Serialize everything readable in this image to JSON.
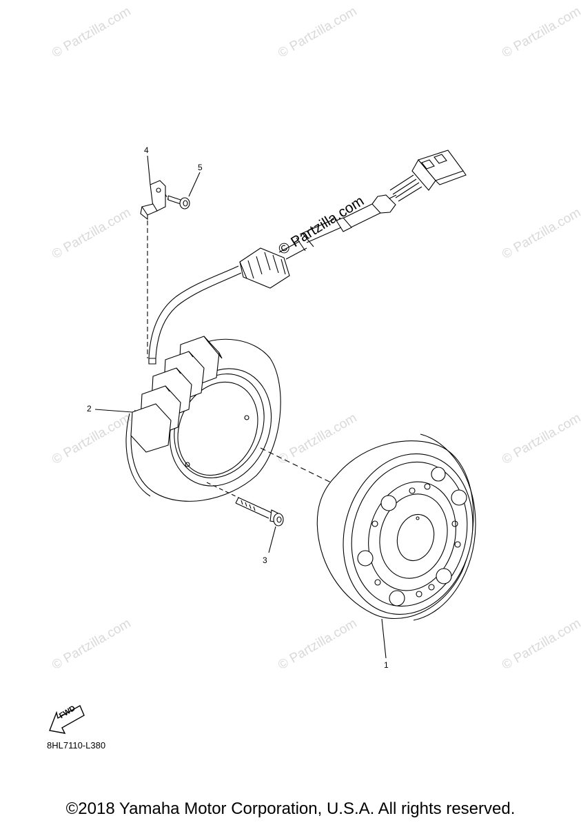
{
  "watermark": "© Partzilla.com",
  "center_watermark": "© Partzilla.com",
  "callouts": {
    "p1": "1",
    "p2": "2",
    "p3": "3",
    "p4": "4",
    "p5": "5"
  },
  "fwd_label": "FWD",
  "diagram_code": "8HL7110-L380",
  "copyright": "©2018 Yamaha Motor Corporation, U.S.A. All rights reserved."
}
